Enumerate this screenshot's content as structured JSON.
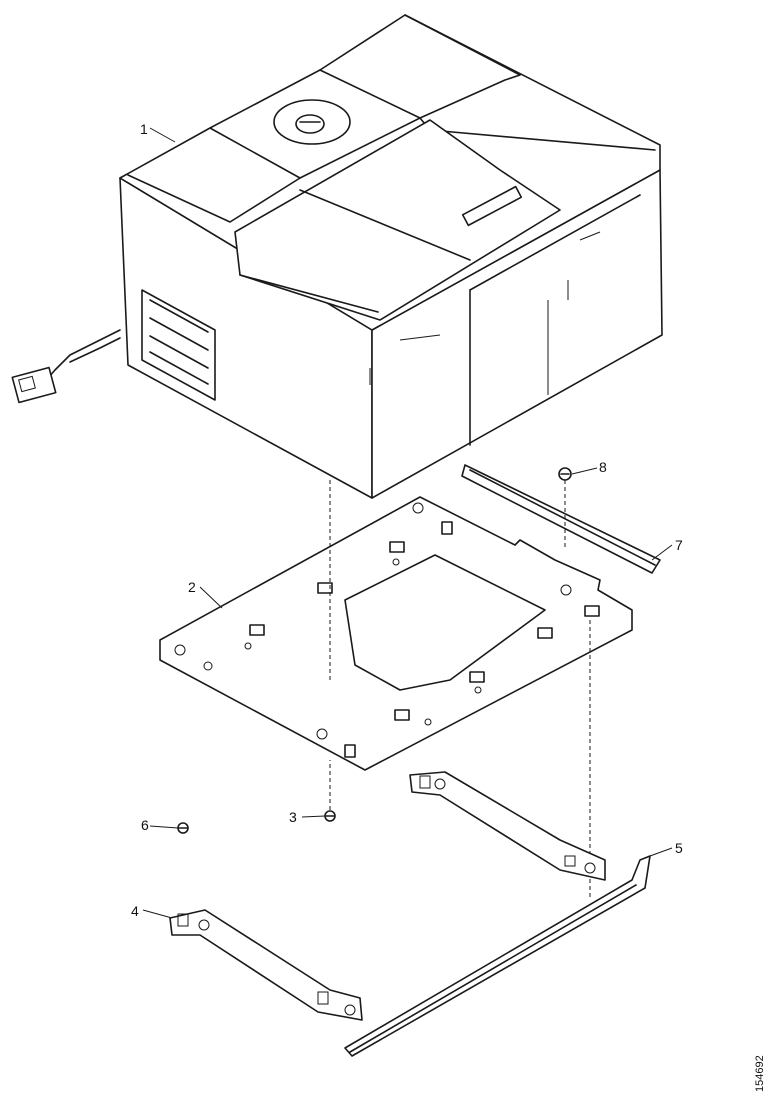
{
  "callouts": {
    "c1": "1",
    "c2": "2",
    "c3": "3",
    "c4": "4",
    "c5": "5",
    "c6": "6",
    "c7": "7",
    "c8": "8"
  },
  "drawing_code": "154692"
}
